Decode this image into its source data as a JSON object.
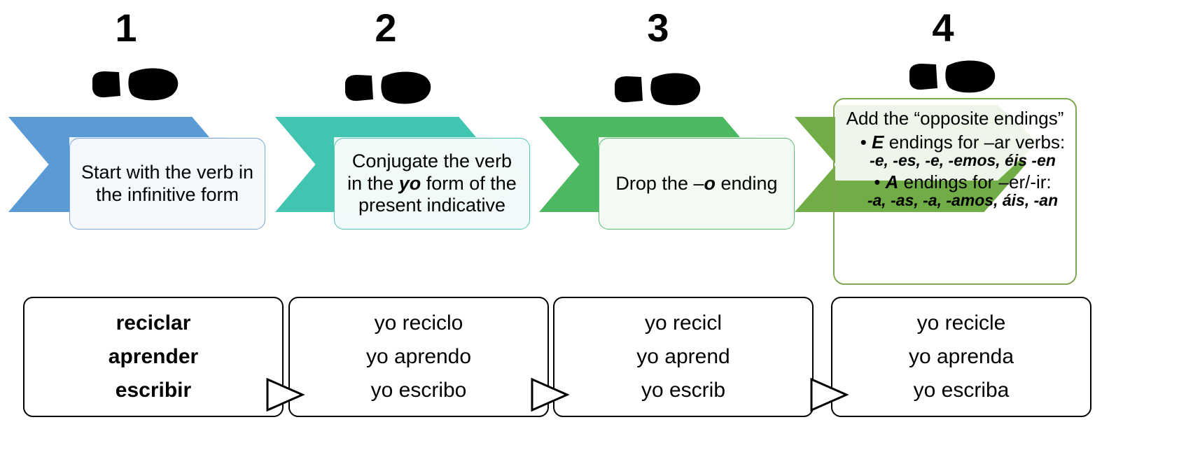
{
  "title": "Spanish Subjunctive Formation — 4 Steps",
  "colors": {
    "step1": "#5B9BD5",
    "step2": "#41C4B0",
    "step3": "#4CB862",
    "step4": "#70AD47",
    "card1_border": "#7BA7D7",
    "card2_border": "#57C4B4",
    "card3_border": "#5BB96E",
    "card4_border": "#7FA650",
    "box_border": "#000000",
    "footprint": "#000000"
  },
  "steps": [
    {
      "number": "1",
      "icon": "footprint-icon",
      "text_parts": [
        {
          "text": "Start with the verb in the infinitive form",
          "style": "normal"
        }
      ],
      "text_plain": "Start with the verb in the infinitive form"
    },
    {
      "number": "2",
      "icon": "footprint-icon",
      "text_parts": [
        {
          "text": "Conjugate the verb in the ",
          "style": "normal"
        },
        {
          "text": "yo",
          "style": "bold-italic"
        },
        {
          "text": " form of the present indicative",
          "style": "normal"
        }
      ],
      "text_plain": "Conjugate the verb in the yo form of the present indicative"
    },
    {
      "number": "3",
      "icon": "footprint-icon",
      "text_parts": [
        {
          "text": "Drop the –",
          "style": "normal"
        },
        {
          "text": "o",
          "style": "bold-italic"
        },
        {
          "text": " ending",
          "style": "normal"
        }
      ],
      "text_plain": "Drop the –o ending"
    },
    {
      "number": "4",
      "icon": "footprint-icon",
      "title": "Add the “opposite endings”",
      "bullets": [
        {
          "lead": "E",
          "rest": " endings for –ar verbs:",
          "endings": "-e, -es, -e, -emos, éis -en"
        },
        {
          "lead": "A",
          "rest": " endings for –er/-ir:",
          "endings": "-a, -as, -a, -amos, áis, -an"
        }
      ]
    }
  ],
  "examples": {
    "columns": [
      {
        "bold": true,
        "lines": [
          "reciclar",
          "aprender",
          "escribir"
        ]
      },
      {
        "bold": false,
        "lines": [
          "yo reciclo",
          "yo aprendo",
          "yo escribo"
        ]
      },
      {
        "bold": false,
        "lines": [
          "yo recicl",
          "yo aprend",
          "yo escrib"
        ]
      },
      {
        "bold": false,
        "lines": [
          "yo recicle",
          "yo aprenda",
          "yo escriba"
        ]
      }
    ],
    "connector_icon": "triangle-arrow-right-icon",
    "connector_count": 3
  }
}
